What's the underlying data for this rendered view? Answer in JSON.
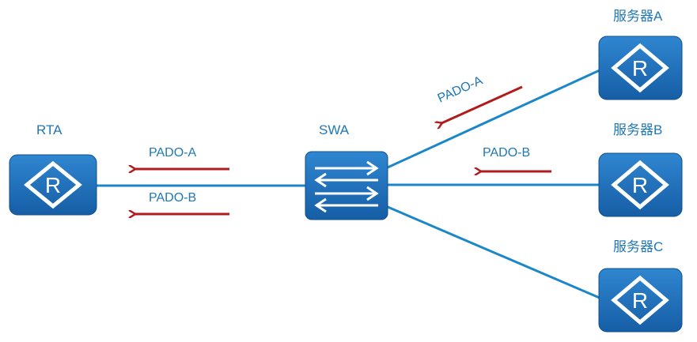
{
  "diagram": {
    "nodes": {
      "rta": {
        "label": "RTA",
        "kind": "router"
      },
      "swa": {
        "label": "SWA",
        "kind": "switch"
      },
      "server_a": {
        "label": "服务器A",
        "kind": "router"
      },
      "server_b": {
        "label": "服务器B",
        "kind": "router"
      },
      "server_c": {
        "label": "服务器C",
        "kind": "router"
      }
    },
    "links": [
      {
        "from": "RTA",
        "to": "SWA"
      },
      {
        "from": "SWA",
        "to": "服务器A"
      },
      {
        "from": "SWA",
        "to": "服务器B"
      },
      {
        "from": "SWA",
        "to": "服务器C"
      }
    ],
    "messages": {
      "rta_pado_a": "PADO-A",
      "rta_pado_b": "PADO-B",
      "server_a_pado": "PADO-A",
      "server_b_pado": "PADO-B"
    },
    "colors": {
      "device_fill": "#1e6fba",
      "link": "#1b87c9",
      "arrow": "#b01c1c",
      "label": "#1f77b4"
    }
  }
}
